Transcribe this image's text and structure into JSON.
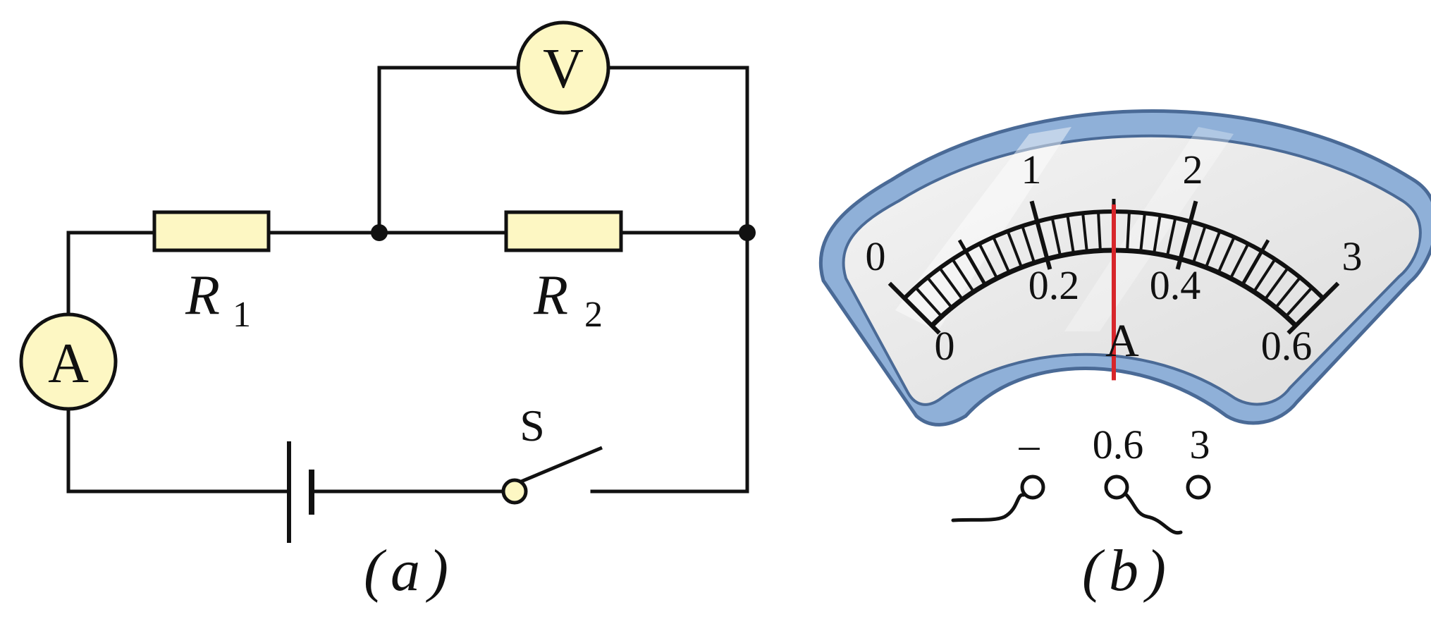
{
  "figure_a": {
    "caption_open": "(",
    "caption_letter": "a",
    "caption_close": ")",
    "voltmeter_label": "V",
    "ammeter_label": "A",
    "resistor1_letter": "R",
    "resistor1_sub": "1",
    "resistor2_letter": "R",
    "resistor2_sub": "2",
    "switch_label": "S"
  },
  "figure_b": {
    "caption_open": "(",
    "caption_letter": "b",
    "caption_close": ")",
    "unit_label": "A",
    "upper_scale": [
      "0",
      "1",
      "2",
      "3"
    ],
    "lower_scale": [
      "0",
      "0.2",
      "0.4",
      "0.6"
    ],
    "terminals": [
      "–",
      "0.6",
      "3"
    ],
    "needle_reading": 0.3
  },
  "colors": {
    "meter_fill": "#fdf7c3",
    "meter_case": "#8fb0d8",
    "meter_case_edge": "#4a6a96",
    "dial_face": "#e9e9e9",
    "needle": "#d7262b"
  }
}
